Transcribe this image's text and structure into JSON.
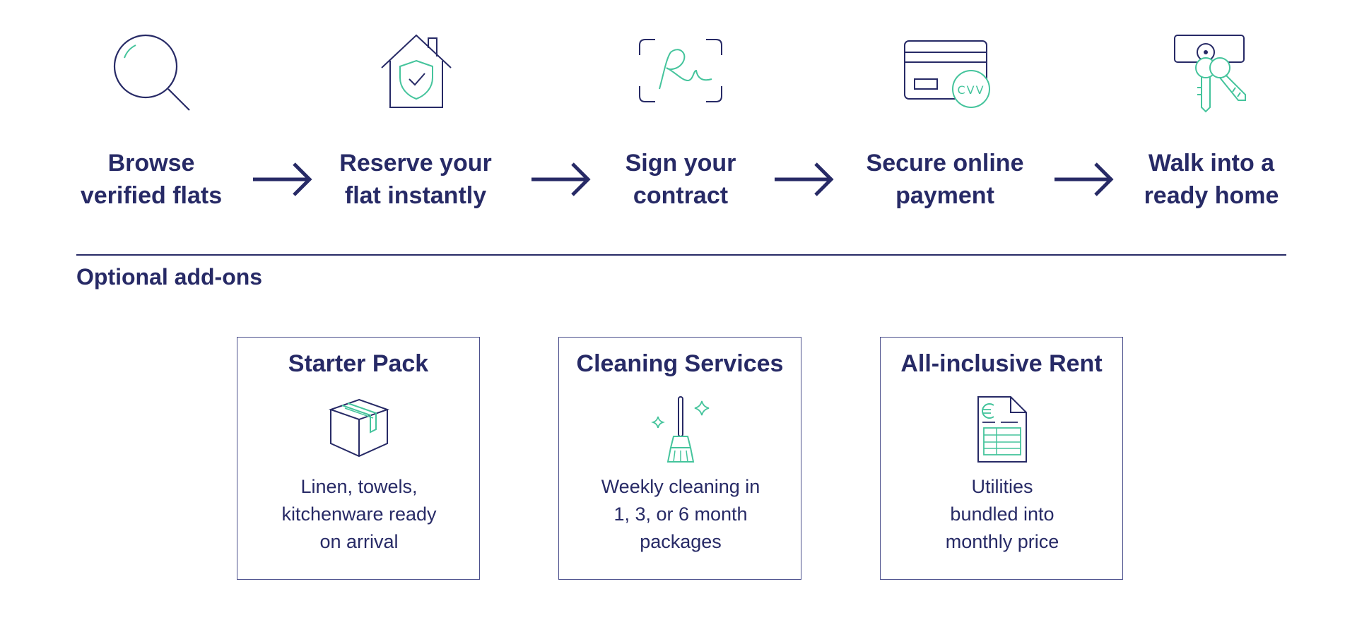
{
  "colors": {
    "navy": "#272a66",
    "mint": "#45c49c",
    "border": "#4b4f8c"
  },
  "steps": [
    {
      "label": "Browse\nverified flats",
      "icon": "magnifier-icon"
    },
    {
      "label": "Reserve your\nflat instantly",
      "icon": "house-shield-icon"
    },
    {
      "label": "Sign your\ncontract",
      "icon": "signature-icon"
    },
    {
      "label": "Secure online\npayment",
      "icon": "credit-card-cvv-icon"
    },
    {
      "label": "Walk into a\nready home",
      "icon": "keys-icon"
    }
  ],
  "section": {
    "title": "Optional add-ons"
  },
  "addons": [
    {
      "title": "Starter Pack",
      "icon": "box-icon",
      "description": "Linen, towels,\nkitchenware ready\non arrival"
    },
    {
      "title": "Cleaning Services",
      "icon": "broom-sparkle-icon",
      "description": "Weekly cleaning in\n1, 3, or 6 month\npackages"
    },
    {
      "title": "All-inclusive Rent",
      "icon": "euro-invoice-icon",
      "description": "Utilities\nbundled into\nmonthly price"
    }
  ]
}
